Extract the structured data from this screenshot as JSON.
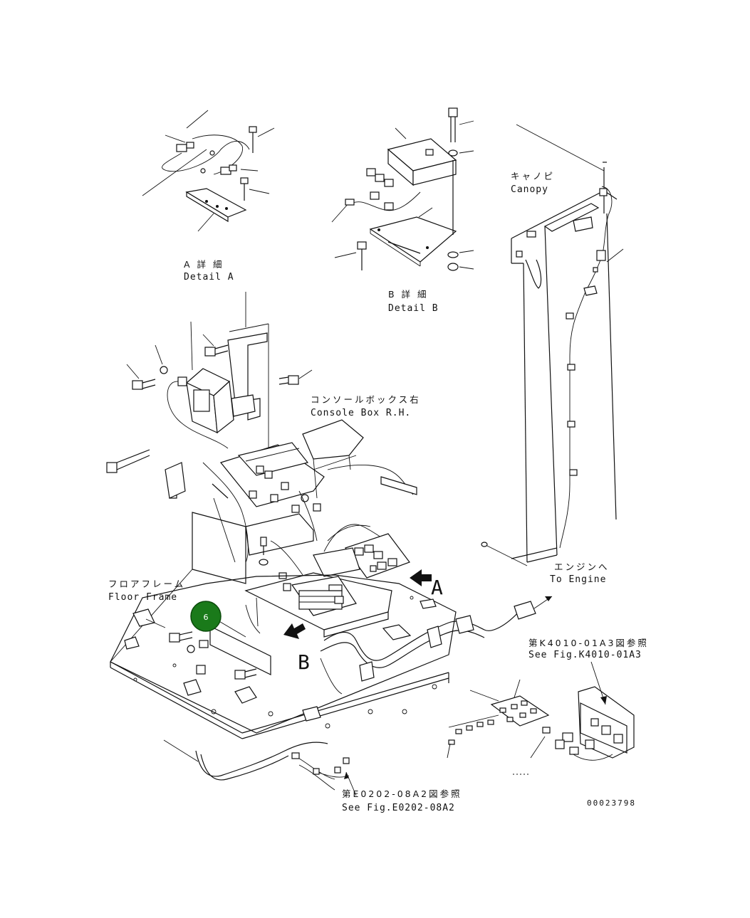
{
  "labels": {
    "detail_a_jp": "A 詳 細",
    "detail_a_en": "Detail A",
    "detail_b_jp": "B 詳 細",
    "detail_b_en": "Detail B",
    "canopy_jp": "キャノピ",
    "canopy_en": "Canopy",
    "console_jp": "コンソールボックス右",
    "console_en": "Console Box R.H.",
    "floor_jp": "フロアフレーム",
    "floor_en": "Floor Frame",
    "engine_jp": "エンジンへ",
    "engine_en": "To Engine",
    "figk_jp": "第K4010-01A3図参照",
    "figk_en": "See Fig.K4010-01A3",
    "fige_jp": "第E0202-08A2図参照",
    "fige_en": "See Fig.E0202-08A2",
    "view_a": "A",
    "view_b": "B",
    "drawing_number": "00023798"
  },
  "callout": {
    "number": "6",
    "color": "#1a7a1a"
  }
}
